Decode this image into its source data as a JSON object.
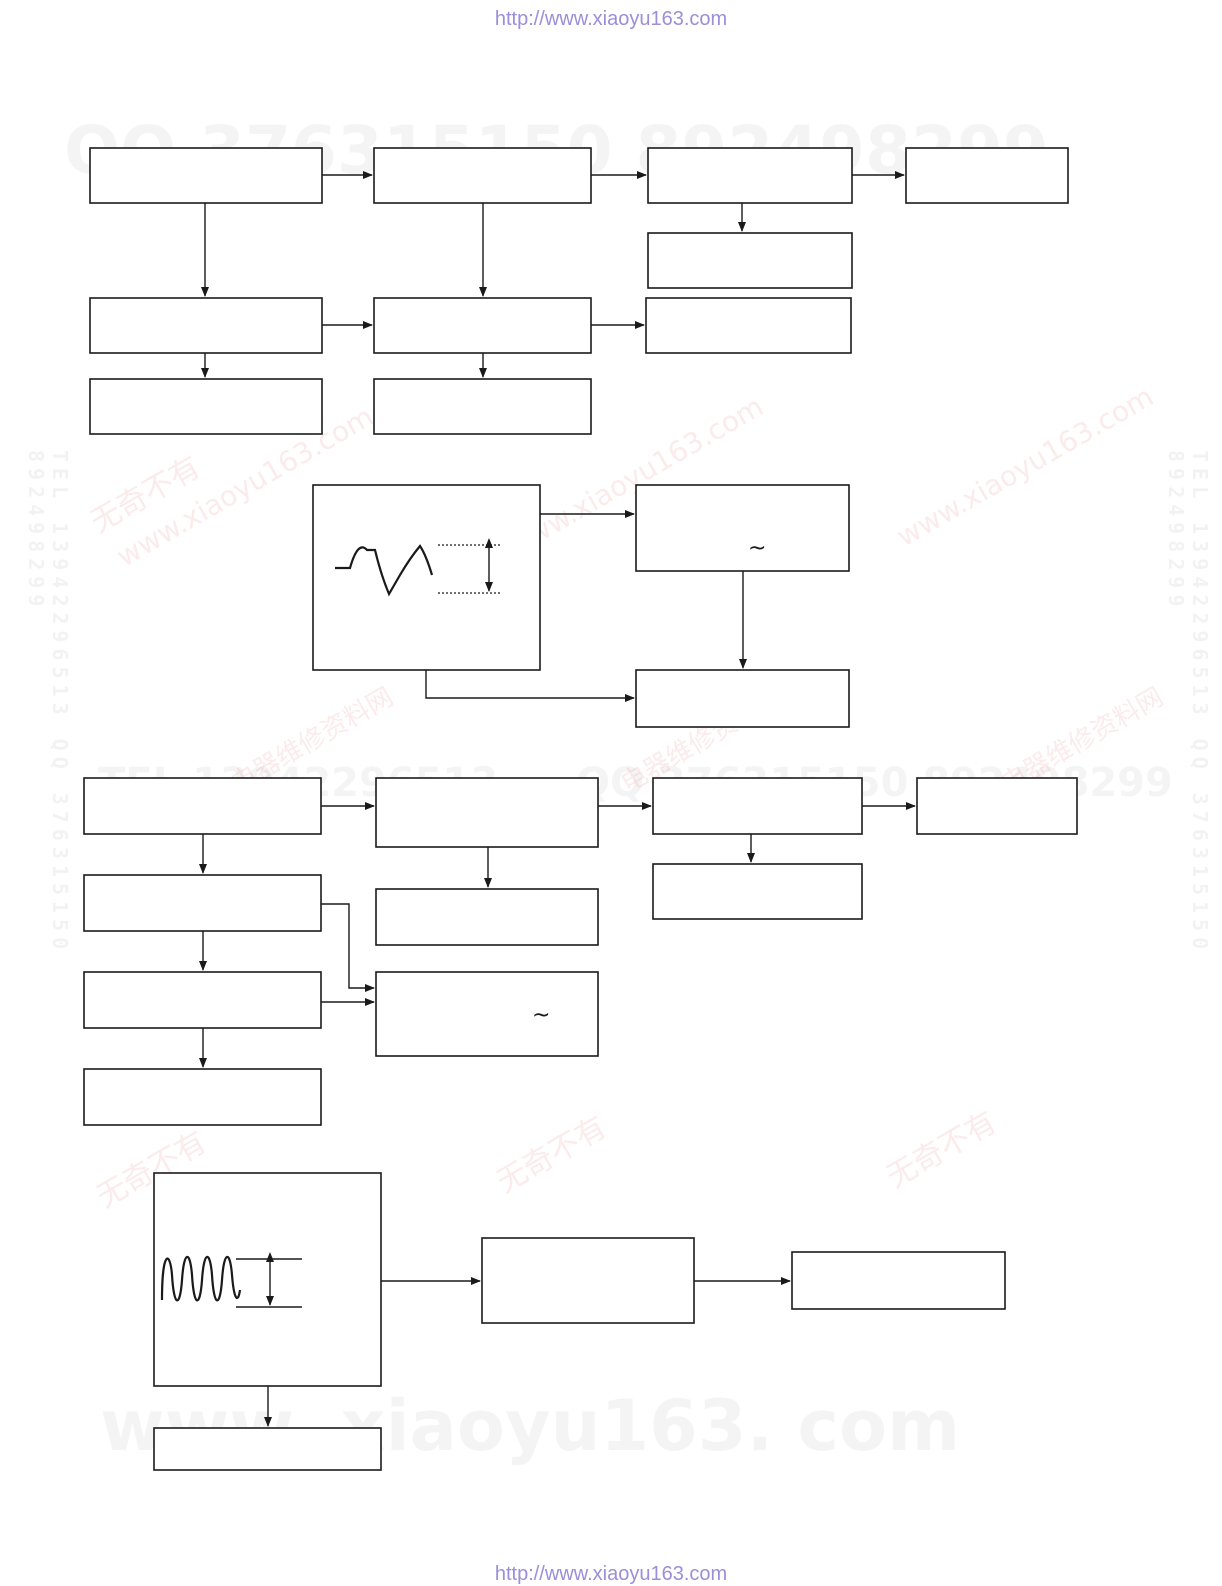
{
  "header": {
    "url": "http://www.xiaoyu163.com"
  },
  "footer": {
    "url": "http://www.xiaoyu163.com"
  },
  "watermarks": {
    "qq_line": "QQ 376315150   892498299",
    "tel_line": "TEL 13942296513",
    "qq_line_mid": "QQ 376315150  892498299",
    "www_line": "www. xiaoyu163. com",
    "cn_slogan": "无奇不有",
    "cn_site": "www.xiaoyu163.com",
    "cn_brand": "电器维修资料网",
    "side_left": "TEL 13942296513   QQ 376315150   892498299",
    "side_right": "TEL 13942296513   QQ 376315150   892498299"
  },
  "diagram": {
    "tilde_1": "~",
    "tilde_2": "~"
  }
}
